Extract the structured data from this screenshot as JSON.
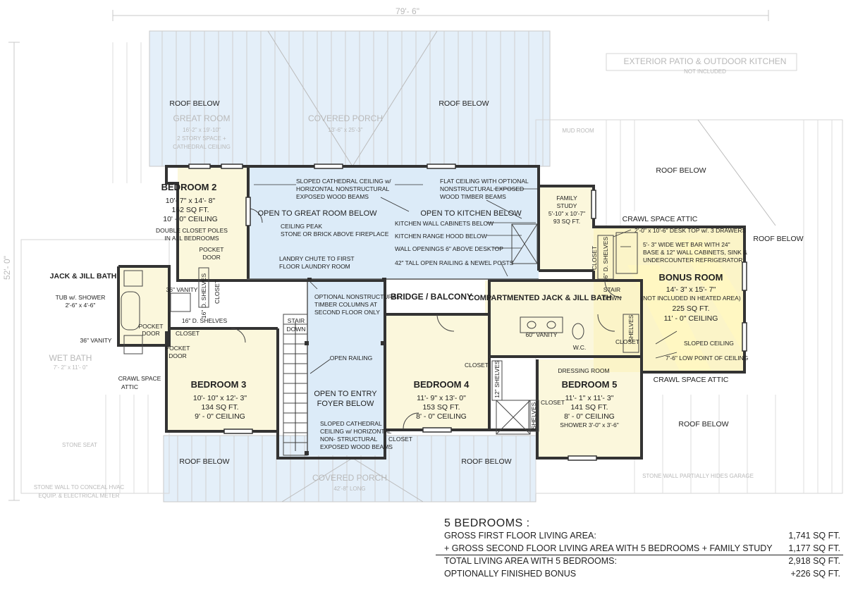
{
  "dimensions": {
    "width_overall": "79'- 6\"",
    "depth_overall": "52'- 0\""
  },
  "rooms": {
    "bedroom2": {
      "title": "BEDROOM 2",
      "size": "10'- 7\" x 14'- 8\"",
      "area": "162 SQ FT.",
      "ceiling": "10' - 0\" CEILING",
      "note1": "DOUBLE CLOSET POLES",
      "note2": "IN ALL BEDROOMS",
      "pocket1": "POCKET",
      "pocket2": "DOOR"
    },
    "bedroom3": {
      "title": "BEDROOM 3",
      "size": "10'- 10\" x 12'- 3\"",
      "area": "134 SQ FT.",
      "ceiling": "9' - 0\" CEILING"
    },
    "bedroom4": {
      "title": "BEDROOM 4",
      "size": "11'- 9\" x 13'- 0\"",
      "area": "153 SQ FT.",
      "ceiling": "8' - 0\" CEILING"
    },
    "bedroom5": {
      "title": "BEDROOM 5",
      "size": "11'- 1\" x 11'- 3\"",
      "area": "141 SQ FT.",
      "ceiling": "8' - 0\" CEILING",
      "shower": "SHOWER 3'-0\" x 3'-6\"",
      "dressing": "DRESSING ROOM"
    },
    "bonus": {
      "title": "BONUS ROOM",
      "size": "14'- 3\" x 15'- 7\"",
      "note": "(NOT INCLUDED IN HEATED AREA)",
      "area": "225 SQ FT.",
      "ceiling": "11' - 0\" CEILING"
    },
    "study": {
      "title1": "FAMILY",
      "title2": "STUDY",
      "size": "5'-10\" x 10'-7\"",
      "area": "93 SQ FT."
    }
  },
  "labels": {
    "roof_below": "ROOF BELOW",
    "open_great_room": "OPEN TO GREAT ROOM BELOW",
    "open_kitchen": "OPEN TO KITCHEN BELOW",
    "bridge": "BRIDGE / BALCONY",
    "jack_jill_bath": "JACK & JILL BATH",
    "compartmented_bath": "COMPARTMENTED JACK & JILL BATH",
    "open_entry_1": "OPEN TO ENTRY",
    "open_entry_2": "FOYER BELOW",
    "crawl_space_attic": "CRAWL SPACE ATTIC",
    "crawl_space_1": "CRAWL SPACE",
    "crawl_space_2": "ATTIC",
    "closet": "CLOSET",
    "shelves": "SHELVES",
    "shelves_16d": "16\" D. SHELVES",
    "shelves_12": "12\" SHELVES",
    "vanity36": "36\" VANITY",
    "vanity60": "60\" VANITY",
    "wc": "W.C.",
    "stair_down_1": "STAIR",
    "stair_down_2": "DOWN",
    "pocket": "POCKET",
    "door": "DOOR",
    "open_railing": "OPEN RAILING",
    "tub_shower_1": "TUB w/. SHOWER",
    "tub_shower_2": "2'-6\" x 4'-6\"",
    "sloped_ceiling": "SLOPED CEILING",
    "low_point": "7'-6\" LOW POINT OF CEILING"
  },
  "notes": {
    "sloped_cathedral_1": "SLOPED CATHEDRAL  CEILING w/",
    "sloped_cathedral_2": "HORIZONTAL NONSTRUCTURAL",
    "sloped_cathedral_3": "EXPOSED WOOD BEAMS",
    "flat_ceiling_1": "FLAT CEILING WITH OPTIONAL",
    "flat_ceiling_2": "NONSTRUCTURAL EXPOSED",
    "flat_ceiling_3": "WOOD TIMBER BEAMS",
    "ceiling_peak_1": "CEILING PEAK",
    "ceiling_peak_2": "STONE OR BRICK ABOVE FIREPLACE",
    "kitchen_wall_cab": "KITCHEN WALL CABINETS BELOW",
    "range_hood": "KITCHEN RANGE HOOD BELOW",
    "wall_openings": "WALL OPENINGS 6\" ABOVE DESKTOP",
    "railing_posts": "42\" TALL OPEN RAILING & NEWEL POSTS",
    "laundry_1": "LANDRY CHUTE TO FIRST",
    "laundry_2": "FLOOR LAUNDRY ROOM",
    "timber_cols_1": "OPTIONAL NONSTRUCTURAL",
    "timber_cols_2": "TIMBER COLUMNS AT",
    "timber_cols_3": "SECOND FLOOR ONLY",
    "entry_ceiling_1": "SLOPED CATHEDRAL",
    "entry_ceiling_2": "CEILING w/ HORIZONTAL",
    "entry_ceiling_3": "NON- STRUCTURAL",
    "entry_ceiling_4": "EXPOSED WOOD BEAMS",
    "desk_top": "2'-0\" x 10'-6\" DESK TOP w/. 3 DRAWERS",
    "wet_bar_1": "5'- 3\" WIDE WET BAR WITH 24\"",
    "wet_bar_2": "BASE & 12\" WALL CABINETS, SINK &",
    "wet_bar_3": "UNDERCOUNTER REFRIGERATOR"
  },
  "ghost": {
    "patio_1": "EXTERIOR PATIO & OUTDOOR KITCHEN",
    "patio_2": "NOT INCLUDED",
    "great_room": "GREAT ROOM",
    "great_room_size": "16'-2\" x 19'-10\"",
    "great_room_n1": "2 STORY SPACE +",
    "great_room_n2": "CATHEDRAL CEILING",
    "covered_porch": "COVERED PORCH",
    "covered_porch_size": "13'-6\" x 25'-3\"",
    "wet_bath": "WET BATH",
    "wet_bath_size": "7'- 2\" x 11'- 0\"",
    "stone_seat": "STONE SEAT",
    "stone_wall_1": "STONE WALL TO CONCEAL HVAC",
    "stone_wall_2": "EQUIP. & ELECTRICAL METER",
    "front_porch": "COVERED PORCH",
    "front_porch_size": "42'-8\" LONG",
    "garage_note": "STONE WALL PARTIALLY HIDES GARAGE",
    "mud_room": "MUD ROOM"
  },
  "summary": {
    "heading": "5 BEDROOMS :",
    "rows": [
      {
        "label": "GROSS FIRST FLOOR LIVING AREA:",
        "value": "1,741 SQ FT."
      },
      {
        "label": "+ GROSS SECOND FLOOR LIVING AREA WITH 5 BEDROOMS + FAMILY STUDY",
        "value": "1,177 SQ FT."
      },
      {
        "label": "TOTAL LIVING AREA WITH 5 BEDROOMS:",
        "value": "2,918 SQ FT."
      },
      {
        "label": "OPTIONALLY FINISHED BONUS",
        "value": "+226 SQ FT."
      }
    ]
  },
  "colors": {
    "open_below": "#dcebf8",
    "room_fill": "#fbf7dc",
    "bonus_fill": "#fbf4c8",
    "wall": "#333333",
    "ghost": "#b9b9b9"
  }
}
